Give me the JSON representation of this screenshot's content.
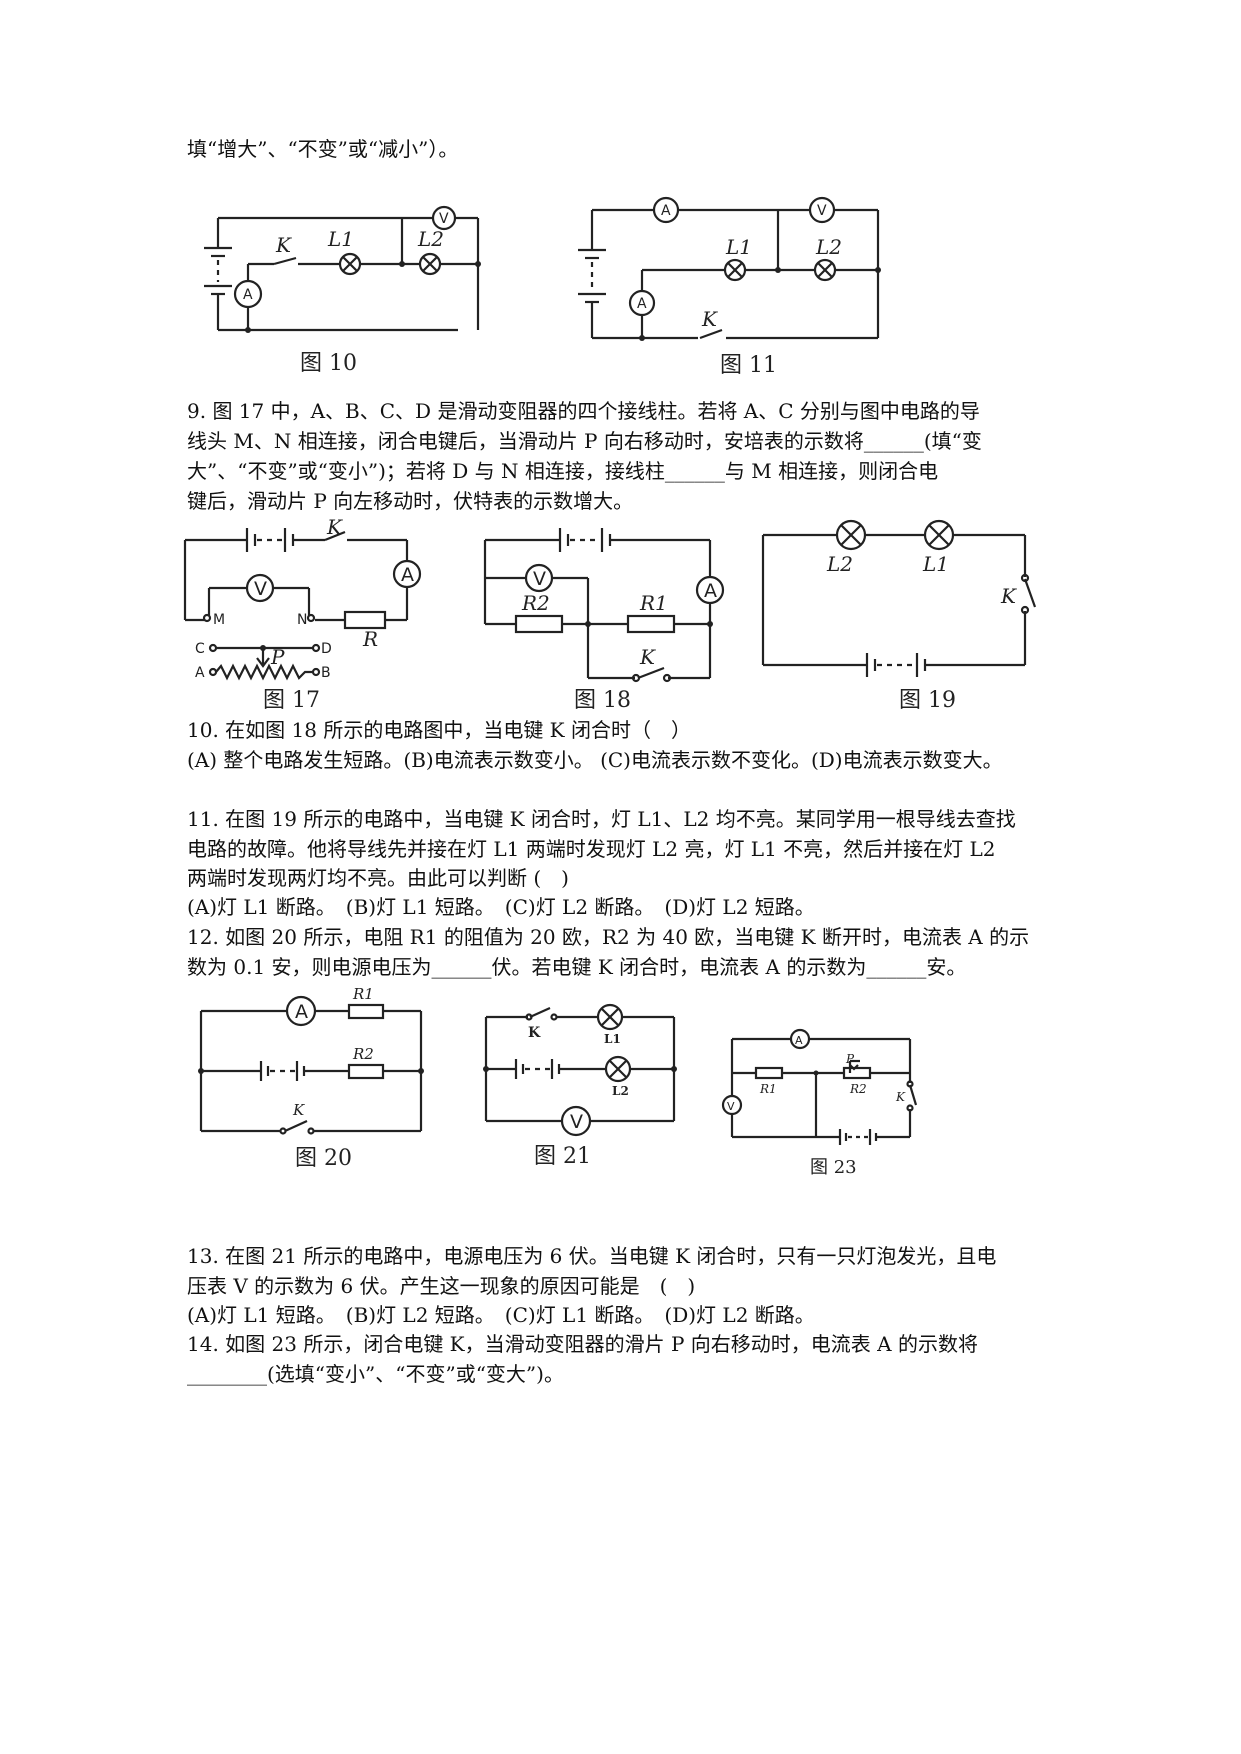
{
  "lines": [
    "填“增大”、“不变”或“减小”）。",
    "9. 图 17 中，A、B、C、D 是滑动变阻器的四个接线柱。若将 A、C 分别与图中电路的导",
    "线头 M、N 相连接，闭合电键后，当滑动片 P 向右移动时，安培表的示数将______(填“变",
    "大”、“不变”或“变小”)；若将 D 与 N 相连接，接线柱______与 M 相连接，则闭合电",
    "键后，滑动片 P 向左移动时，伏特表的示数增大。",
    "10. 在如图 18 所示的电路图中，当电键 K 闭合时（　）",
    "(A) 整个电路发生短路。(B)电流表示数变小。 (C)电流表示数不变化。(D)电流表示数变大。",
    "11. 在图 19 所示的电路中，当电键 K 闭合时，灯 L1、L2 均不亮。某同学用一根导线去查找",
    "电路的故障。他将导线先并接在灯 L1 两端时发现灯 L2 亮，灯 L1 不亮，然后并接在灯 L2",
    "两端时发现两灯均不亮。由此可以判断 (　)",
    "(A)灯 L1 断路。　(B)灯 L1 短路。　(C)灯 L2 断路。　(D)灯 L2 短路。",
    "12. 如图 20 所示，电阻 R1 的阻值为 20 欧，R2 为 40 欧，当电键 K 断开时，电流表 A 的示",
    "数为 0.1 安，则电源电压为______伏。若电键 K 闭合时，电流表 A 的示数为______安。",
    "13. 在图 21 所示的电路中，电源电压为 6 伏。当电键 K 闭合时，只有一只灯泡发光，且电",
    "压表 V 的示数为 6 伏。产生这一现象的原因可能是　(　)",
    "(A)灯 L1 短路。　(B)灯 L2 短路。　(C)灯 L1 断路。　(D)灯 L2 断路。",
    "14. 如图 23 所示，闭合电键 K，当滑动变阻器的滑片 P 向右移动时，电流表 A 的示数将",
    "________(选填“变小”、“不变”或“变大”)。"
  ],
  "figures": {
    "fig10": {
      "caption": "图 10",
      "k": "K",
      "l1": "L1",
      "l2": "L2",
      "ammeter": "A",
      "voltmeter": "V"
    },
    "fig11": {
      "caption": "图 11",
      "k": "K",
      "l1": "L1",
      "l2": "L2",
      "ammeter": "A",
      "voltmeter": "V"
    },
    "fig17": {
      "caption": "图 17",
      "k": "K",
      "m": "M",
      "n": "N",
      "r": "R",
      "c": "C",
      "d": "D",
      "a": "A",
      "b": "B",
      "p": "P",
      "ammeter": "A",
      "voltmeter": "V"
    },
    "fig18": {
      "caption": "图 18",
      "r1": "R1",
      "r2": "R2",
      "k": "K",
      "ammeter": "A",
      "voltmeter": "V"
    },
    "fig19": {
      "caption": "图 19",
      "l1": "L1",
      "l2": "L2",
      "k": "K"
    },
    "fig20": {
      "caption": "图 20",
      "r1": "R1",
      "r2": "R2",
      "k": "K",
      "ammeter": "A"
    },
    "fig21": {
      "caption": "图 21",
      "k": "K",
      "l1": "L1",
      "l2": "L2",
      "voltmeter": "V"
    },
    "fig23": {
      "caption": "图 23",
      "r1": "R1",
      "r2": "R2",
      "p": "P",
      "k": "K",
      "ammeter": "A",
      "voltmeter": "V"
    }
  }
}
